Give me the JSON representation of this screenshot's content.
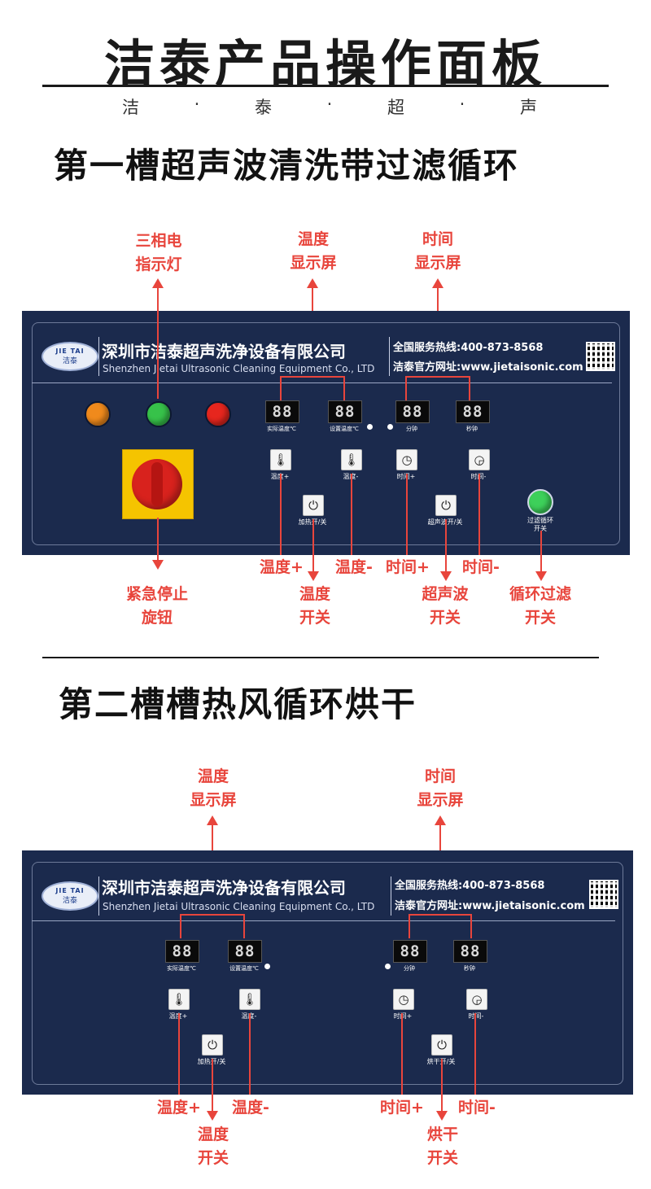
{
  "header": {
    "title": "洁泰产品操作面板",
    "brand_chars": [
      "洁",
      "·",
      "泰",
      "·",
      "超",
      "·",
      "声"
    ]
  },
  "panel_common": {
    "logo_top": "JIE TAI",
    "logo_bottom": "洁泰",
    "company_cn": "深圳市洁泰超声洗净设备有限公司",
    "company_en": "Shenzhen Jietai Ultrasonic Cleaning Equipment Co., LTD",
    "hotline": "全国服务热线:400-873-8568",
    "website": "洁泰官方网址:www.jietaisonic.com",
    "display_digits": "88"
  },
  "section1": {
    "title": "第一槽超声波清洗带过滤循环",
    "callouts": {
      "phase_lights": "三相电\n指示灯",
      "temp_display": "温度\n显示屏",
      "time_display": "时间\n显示屏",
      "temp_plus": "温度+",
      "temp_minus": "温度-",
      "time_plus": "时间+",
      "time_minus": "时间-",
      "estop": "紧急停止\n旋钮",
      "heat_switch": "温度\n开关",
      "ultrasonic_switch": "超声波\n开关",
      "filter_switch": "循环过滤\n开关"
    },
    "panel_labels": {
      "actual_temp": "实际温度℃",
      "set_temp": "设置温度℃",
      "minutes": "分钟",
      "seconds": "秒钟",
      "temp_plus": "温度+",
      "temp_minus": "温度-",
      "time_plus": "时间+",
      "time_minus": "时间-",
      "heat": "加热开/关",
      "ultrasonic": "超声波开/关",
      "filter": "过滤循环\n开关"
    },
    "lamp_colors": [
      "#f08a1c",
      "#37c24a",
      "#e6261e"
    ]
  },
  "section2": {
    "title": "第二槽槽热风循环烘干",
    "callouts": {
      "temp_display": "温度\n显示屏",
      "time_display": "时间\n显示屏",
      "temp_plus": "温度+",
      "temp_minus": "温度-",
      "time_plus": "时间+",
      "time_minus": "时间-",
      "heat_switch": "温度\n开关",
      "dry_switch": "烘干\n开关"
    },
    "panel_labels": {
      "actual_temp": "实际温度℃",
      "set_temp": "设置温度℃",
      "minutes": "分钟",
      "seconds": "秒钟",
      "temp_plus": "温度+",
      "temp_minus": "温度-",
      "time_plus": "时间+",
      "time_minus": "时间-",
      "heat": "加热开/关",
      "dry": "烘干开/关"
    }
  },
  "colors": {
    "accent_red": "#e8453c",
    "panel_navy": "#1b2a4d",
    "filter_lamp": "#3dd05a"
  }
}
